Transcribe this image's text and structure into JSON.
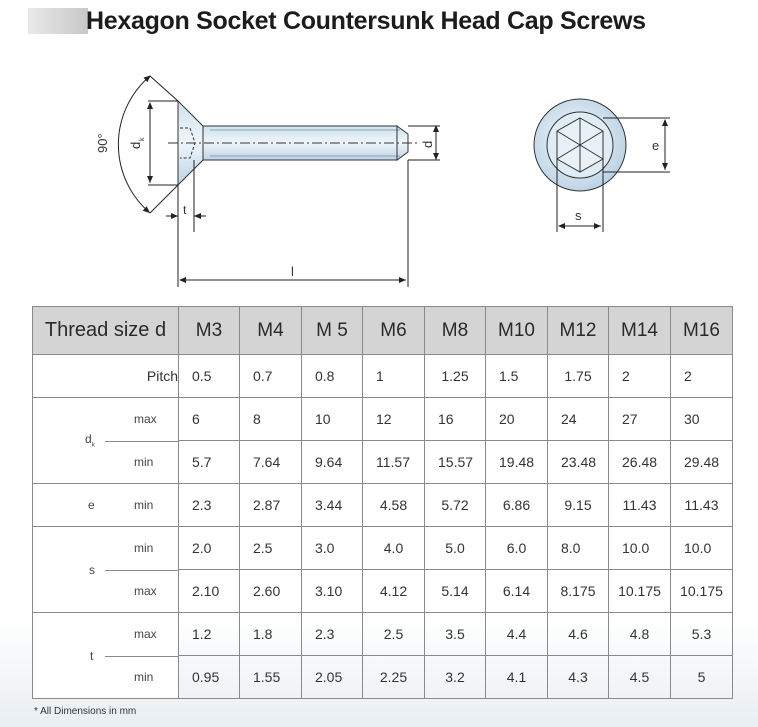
{
  "title": "Hexagon Socket Countersunk Head Cap Screws",
  "dimension_labels": {
    "angle": "90°",
    "dk": "d",
    "dk_sub": "k",
    "d": "d",
    "t": "t",
    "l": "l",
    "e": "e",
    "s": "s"
  },
  "table": {
    "header_label": "Thread size d",
    "sizes": [
      "M3",
      "M4",
      "M 5",
      "M6",
      "M8",
      "M10",
      "M12",
      "M14",
      "M16"
    ],
    "pitch_label": "Pitch",
    "pitch": [
      "0.5",
      "0.7",
      "0.8",
      "1",
      "1.25",
      "1.5",
      "1.75",
      "2",
      "2"
    ],
    "dk": {
      "name": "d",
      "name_sub": "k",
      "max_label": "max",
      "min_label": "min",
      "max": [
        "6",
        "8",
        "10",
        "12",
        "16",
        "20",
        "24",
        "27",
        "30"
      ],
      "min": [
        "5.7",
        "7.64",
        "9.64",
        "11.57",
        "15.57",
        "19.48",
        "23.48",
        "26.48",
        "29.48"
      ]
    },
    "e": {
      "name": "e",
      "min_label": "min",
      "min": [
        "2.3",
        "2.87",
        "3.44",
        "4.58",
        "5.72",
        "6.86",
        "9.15",
        "11.43",
        "11.43"
      ]
    },
    "s": {
      "name": "s",
      "min_label": "min",
      "max_label": "max",
      "min": [
        "2.0",
        "2.5",
        "3.0",
        "4.0",
        "5.0",
        "6.0",
        "8.0",
        "10.0",
        "10.0"
      ],
      "max": [
        "2.10",
        "2.60",
        "3.10",
        "4.12",
        "5.14",
        "6.14",
        "8.175",
        "10.175",
        "10.175"
      ]
    },
    "t": {
      "name": "t",
      "max_label": "max",
      "min_label": "min",
      "max": [
        "1.2",
        "1.8",
        "2.3",
        "2.5",
        "3.5",
        "4.4",
        "4.6",
        "4.8",
        "5.3"
      ],
      "min": [
        "0.95",
        "1.55",
        "2.05",
        "2.25",
        "3.2",
        "4.1",
        "4.3",
        "4.5",
        "5"
      ]
    }
  },
  "footnote": "* All Dimensions in mm"
}
